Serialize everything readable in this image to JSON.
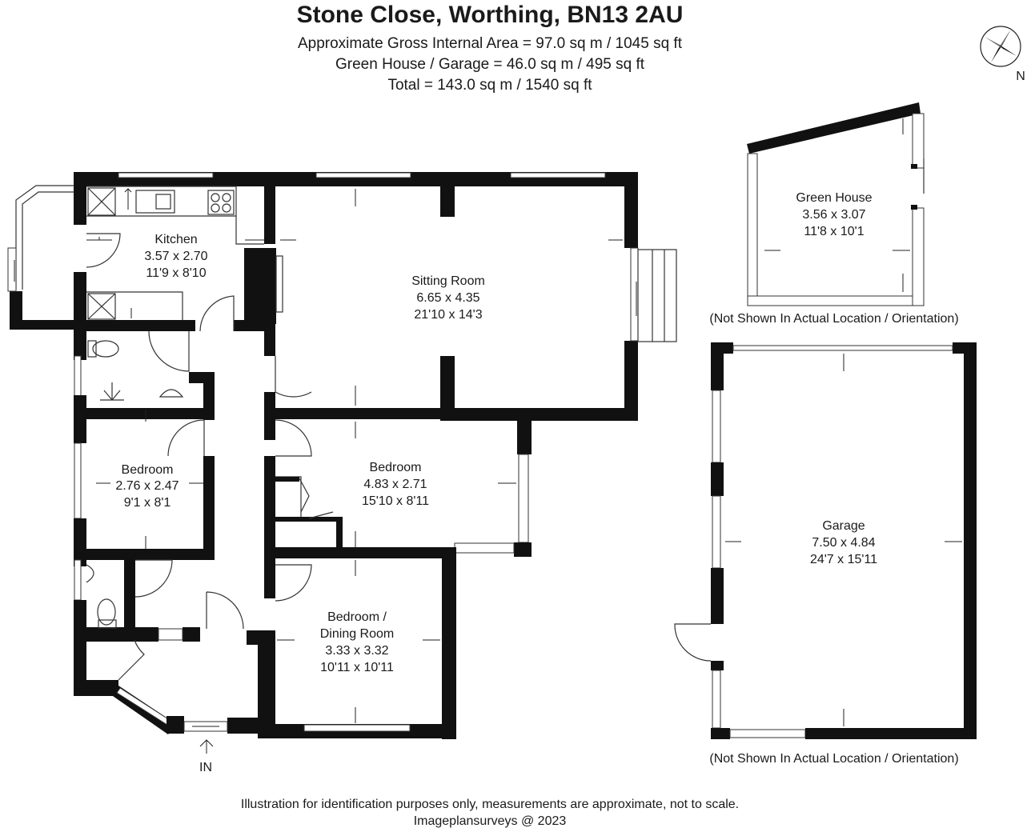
{
  "header": {
    "title": "Stone Close, Worthing, BN13 2AU",
    "area_lines": [
      "Approximate Gross Internal Area = 97.0 sq m / 1045 sq ft",
      "Green House / Garage = 46.0 sq m / 495 sq ft",
      "Total = 143.0 sq m / 1540 sq ft"
    ]
  },
  "compass": {
    "label": "N"
  },
  "rooms": {
    "kitchen": {
      "name": "Kitchen",
      "metric": "3.57 x 2.70",
      "imperial": "11'9 x 8'10"
    },
    "sitting_room": {
      "name": "Sitting Room",
      "metric": "6.65 x 4.35",
      "imperial": "21'10 x 14'3"
    },
    "bedroom_small": {
      "name": "Bedroom",
      "metric": "2.76 x 2.47",
      "imperial": "9'1 x 8'1"
    },
    "bedroom_large": {
      "name": "Bedroom",
      "metric": "4.83 x 2.71",
      "imperial": "15'10 x 8'11"
    },
    "bedroom_dining": {
      "name_line1": "Bedroom /",
      "name_line2": "Dining Room",
      "metric": "3.33 x 3.32",
      "imperial": "10'11 x 10'11"
    },
    "green_house": {
      "name": "Green House",
      "metric": "3.56 x 3.07",
      "imperial": "11'8 x 10'1"
    },
    "garage": {
      "name": "Garage",
      "metric": "7.50 x 4.84",
      "imperial": "24'7 x 15'11"
    }
  },
  "entrance_label": "IN",
  "notes": {
    "green_house": "(Not Shown In Actual Location / Orientation)",
    "garage": "(Not Shown In Actual Location / Orientation)"
  },
  "footer": {
    "disclaimer": "Illustration for identification purposes only, measurements are approximate, not to scale.",
    "copyright": "Imageplansurveys @ 2023"
  }
}
